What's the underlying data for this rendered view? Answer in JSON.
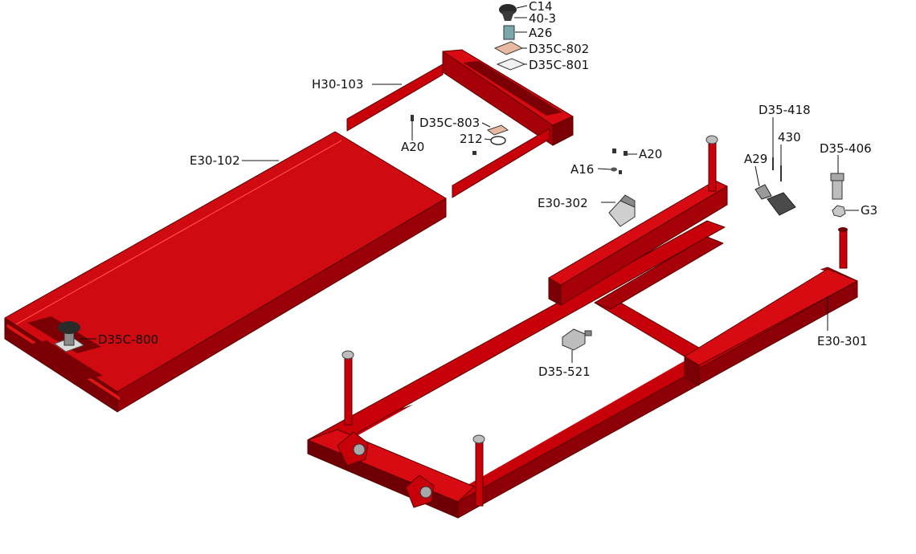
{
  "colors": {
    "red_main": "#c8000a",
    "red_light": "#e11414",
    "red_dark": "#8e0007",
    "red_deep": "#6e0005",
    "outline": "#5a0000",
    "metal": "#9a9a9a",
    "metal_dark": "#3a3a3a",
    "teal": "#7aa8a8",
    "pad_tan": "#e7b9a0"
  },
  "labels": {
    "c14": "C14",
    "p40_3": "40-3",
    "a26": "A26",
    "d35c_802": "D35C-802",
    "d35c_801": "D35C-801",
    "h30_103": "H30-103",
    "d35c_803": "D35C-803",
    "p212": "212",
    "a20_top": "A20",
    "e30_102": "E30-102",
    "d35_418": "D35-418",
    "p430": "430",
    "a20_mid": "A20",
    "a16": "A16",
    "a29": "A29",
    "d35_406": "D35-406",
    "e30_302": "E30-302",
    "g3": "G3",
    "d35c_800": "D35C-800",
    "e30_301": "E30-301",
    "d35_521": "D35-521"
  }
}
